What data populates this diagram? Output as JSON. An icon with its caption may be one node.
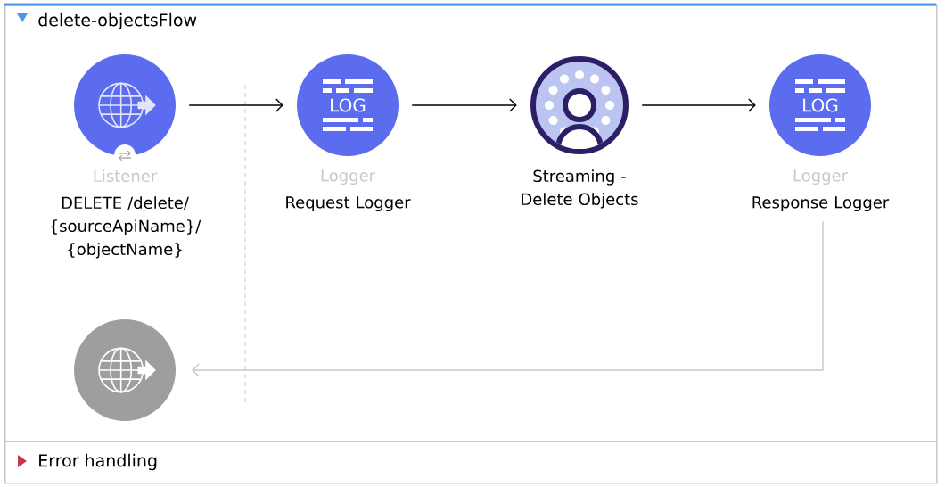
{
  "diagram": {
    "nodes": [
      {
        "text": [
          "delete-objectsFlow"
        ]
      },
      {
        "text": [
          "Listener",
          "DELETE /delete/ {sourceApiName}/ {objectName}"
        ],
        "in": 0
      },
      {
        "text": [
          "Logger",
          "Request Logger"
        ],
        "in": 0
      },
      {
        "text": [
          "Streaming - Delete Objects"
        ],
        "in": 0
      },
      {
        "text": [
          "Logger",
          "Response Logger"
        ],
        "in": 0
      },
      {
        "text": [],
        "shape": "circle",
        "in": 0
      },
      {
        "text": [
          "Error handling"
        ]
      }
    ],
    "edges": [
      {
        "from": 1,
        "to": 2,
        "arrow": "to"
      },
      {
        "from": 2,
        "to": 3,
        "arrow": "to"
      },
      {
        "from": 3,
        "to": 4,
        "arrow": "to"
      },
      {
        "from": 4,
        "to": 5,
        "arrow": "to",
        "color": "#c8c8c8"
      }
    ],
    "labels": [
      "LOG",
      "LOG"
    ]
  }
}
